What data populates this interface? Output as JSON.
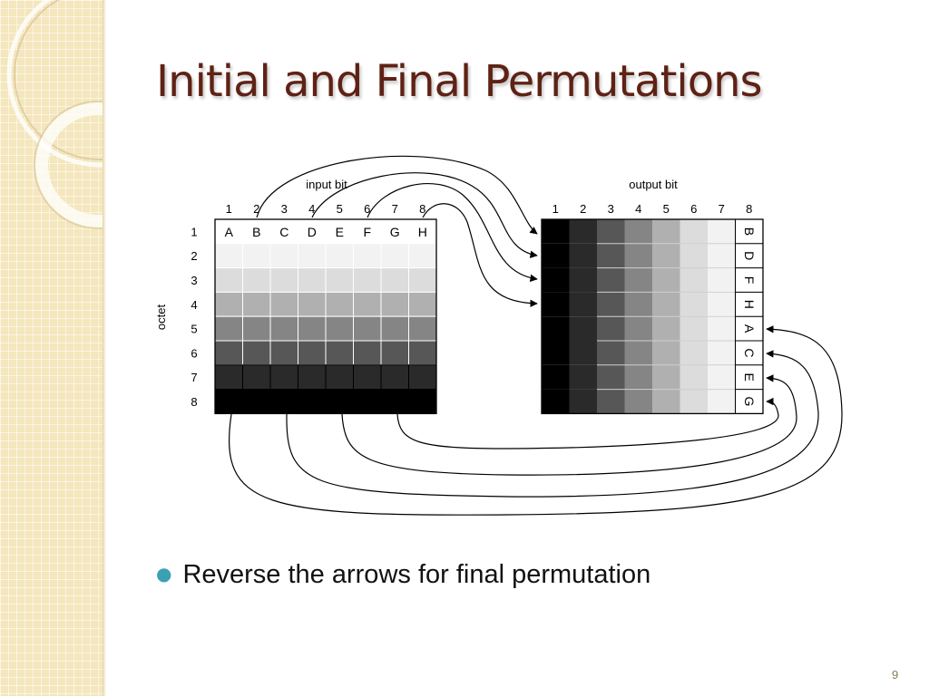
{
  "slide": {
    "title": "Initial and Final Permutations",
    "page_number": "9",
    "bullets": [
      "Reverse the arrows for final permutation"
    ]
  },
  "diagram": {
    "input_label": "input bit",
    "output_label": "output bit",
    "octet_label": "octet",
    "column_numbers": [
      "1",
      "2",
      "3",
      "4",
      "5",
      "6",
      "7",
      "8"
    ],
    "row_numbers": [
      "1",
      "2",
      "3",
      "4",
      "5",
      "6",
      "7",
      "8"
    ],
    "input_letters": [
      "A",
      "B",
      "C",
      "D",
      "E",
      "F",
      "G",
      "H"
    ],
    "output_letters": [
      "B",
      "D",
      "F",
      "H",
      "A",
      "C",
      "E",
      "G"
    ],
    "input_row_shades": [
      "#ffffff",
      "#f2f2f2",
      "#dcdcdc",
      "#b0b0b0",
      "#858585",
      "#575757",
      "#2a2a2a",
      "#000000"
    ],
    "output_column_shades": [
      "#000000",
      "#2a2a2a",
      "#575757",
      "#858585",
      "#b0b0b0",
      "#dcdcdc",
      "#f2f2f2",
      "#ffffff"
    ]
  }
}
